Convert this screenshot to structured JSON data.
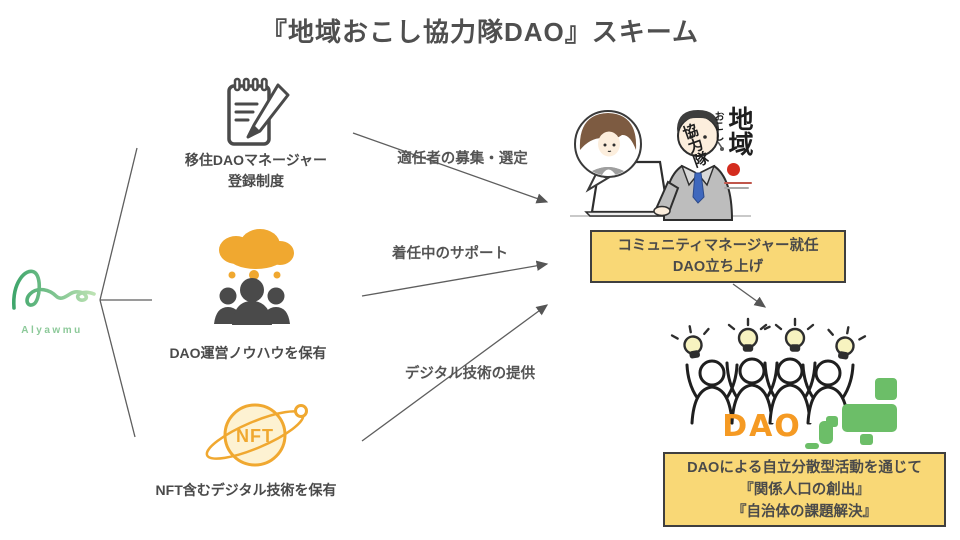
{
  "title": "『地域おこし協力隊DAO』スキーム",
  "logo": {
    "name": "Alyawmu"
  },
  "sources": [
    {
      "icon": "notepad-pencil-icon",
      "label_line1": "移住DAOマネージャー",
      "label_line2": "登録制度"
    },
    {
      "icon": "team-idea-cloud-icon",
      "label": "DAO運営ノウハウを保有"
    },
    {
      "icon": "nft-planet-icon",
      "label": "NFT含むデジタル技術を保有",
      "badge": "NFT"
    }
  ],
  "arrows": [
    {
      "label": "適任者の募集・選定"
    },
    {
      "label": "着任中のサポート"
    },
    {
      "label": "デジタル技術の提供"
    }
  ],
  "stamp": {
    "col1": "地域",
    "col2": "おこし",
    "col3": "協力隊"
  },
  "box1": {
    "line1": "コミュニティマネージャー就任",
    "line2": "DAO立ち上げ"
  },
  "dao": {
    "label": "DAO"
  },
  "box2": {
    "line1": "DAOによる自立分散型活動を通じて",
    "line2": "『関係人口の創出』",
    "line3": "『自治体の課題解決』"
  },
  "colors": {
    "box_yellow": "#F9D876",
    "box_border": "#3F3F3F",
    "icon_orange": "#F0A830",
    "dao_orange": "#F59A23",
    "map_green": "#6CBE68",
    "logo_green": "#53B57E",
    "text_dark": "#4A4A4A",
    "stamp_red": "#D42C1E",
    "tie_blue": "#3F68BD"
  }
}
